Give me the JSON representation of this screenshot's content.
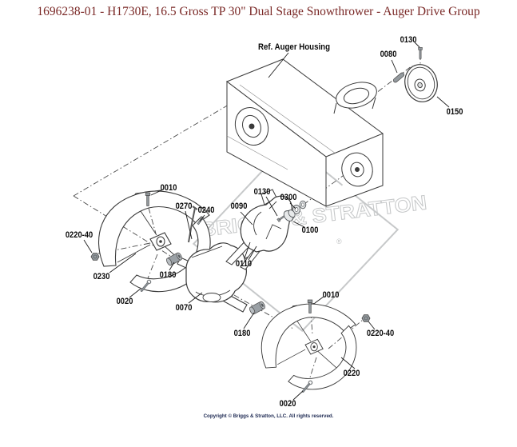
{
  "page": {
    "title": "1696238-01 - H1730E, 16.5 Gross TP 30\" Dual Stage Snowthrower - Auger Drive Group",
    "copyright": "Copyright © Briggs & Stratton, LLC. All rights reserved."
  },
  "diagram": {
    "ref_label": "Ref. Auger Housing",
    "watermark": {
      "text": "BRIGGS & STRATTON",
      "registered_mark": "®"
    },
    "callouts": [
      {
        "id": "0130"
      },
      {
        "id": "0080"
      },
      {
        "id": "0150"
      },
      {
        "id": "0010"
      },
      {
        "id": "0270"
      },
      {
        "id": "0240"
      },
      {
        "id": "0090"
      },
      {
        "id": "0130"
      },
      {
        "id": "0300"
      },
      {
        "id": "0100"
      },
      {
        "id": "0220-40"
      },
      {
        "id": "0230"
      },
      {
        "id": "0180"
      },
      {
        "id": "0110"
      },
      {
        "id": "0020"
      },
      {
        "id": "0070"
      },
      {
        "id": "0180"
      },
      {
        "id": "0010"
      },
      {
        "id": "0220-40"
      },
      {
        "id": "0220"
      },
      {
        "id": "0020"
      }
    ]
  },
  "colors": {
    "title_text": "#7a2826",
    "callout_text": "#0a0a0a",
    "line_art": "#3a3a3a",
    "watermark_gray": "#c7c9ca",
    "hardware_gray": "#949a9e",
    "copyright_text": "#1b2750"
  }
}
